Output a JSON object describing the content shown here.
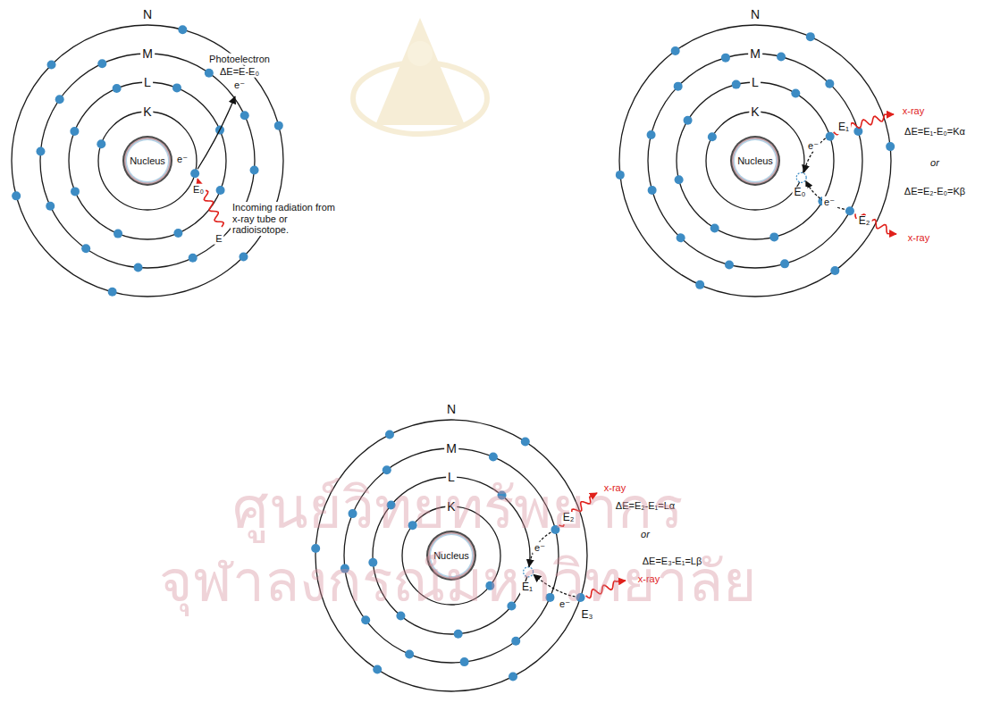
{
  "diagram": {
    "nodes": [
      {
        "text": [
          "Nucleus"
        ]
      },
      {
        "text": [
          "Nucleus"
        ]
      },
      {
        "text": [
          "Nucleus"
        ]
      }
    ],
    "labels": [
      "N",
      "M",
      "L",
      "K",
      "Photoelectron",
      "ΔE=E-E₀",
      "e⁻",
      "e⁻",
      "E₀",
      "E",
      "Incoming radiation from x-ray tube or radioisotope.",
      "N",
      "M",
      "L",
      "K",
      "x-ray",
      "ΔE=E₁-E₀=Kα",
      "or",
      "ΔE=E₂-E₀=Kβ",
      "x-ray",
      "E₁",
      "E₀",
      "E₂",
      "e⁻",
      "e⁻",
      "N",
      "M",
      "L",
      "K",
      "x-ray",
      "ΔE=E₂-E₁=Lα",
      "or",
      "ΔE=E₃-E₁=Lβ",
      "x-ray",
      "E₂",
      "E₁",
      "E₃",
      "e⁻",
      "e⁻",
      "ศูนย์วิทยทรัพยากร",
      "จุฬาลงกรณ์มหาวิทยาลัย"
    ]
  }
}
